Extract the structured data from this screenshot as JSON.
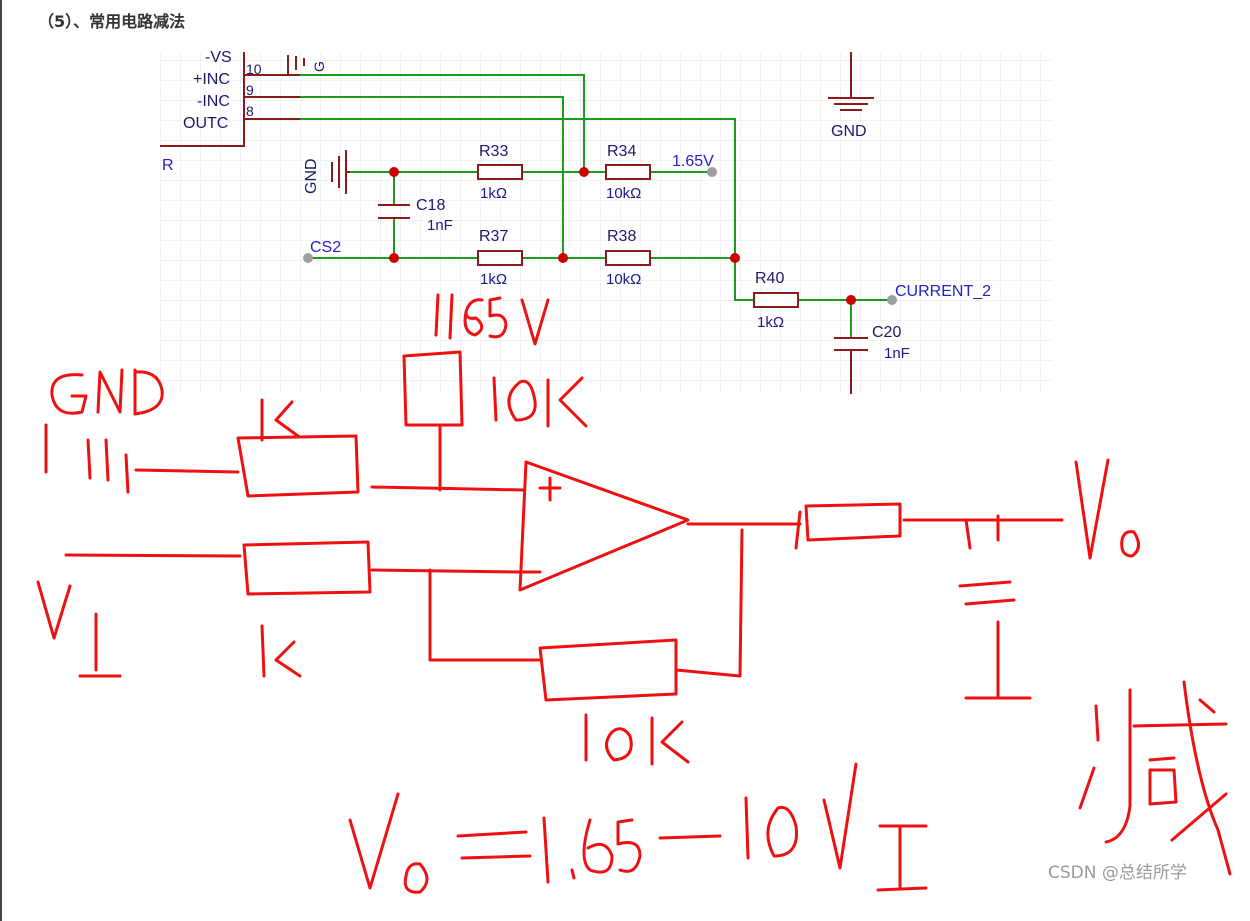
{
  "header": {
    "title": "（5）、常用电路减法"
  },
  "schematic": {
    "pins": {
      "vs": "-VS",
      "inc_plus": "+INC",
      "inc_minus": "-INC",
      "outc": "OUTC",
      "pin10": "10",
      "pin9": "9",
      "pin8": "8",
      "r": "R",
      "g_top": "G"
    },
    "nets": {
      "v165": "1.65V",
      "cs2": "CS2",
      "current2": "CURRENT_2",
      "gnd_left": "GND",
      "gnd_right": "GND"
    },
    "components": [
      {
        "ref": "R33",
        "value": "1kΩ"
      },
      {
        "ref": "R34",
        "value": "10kΩ"
      },
      {
        "ref": "R37",
        "value": "1kΩ"
      },
      {
        "ref": "R38",
        "value": "10kΩ"
      },
      {
        "ref": "R40",
        "value": "1kΩ"
      },
      {
        "ref": "C18",
        "value": "1nF"
      },
      {
        "ref": "C20",
        "value": "1nF"
      }
    ]
  },
  "watermark": "CSDN @总结所学",
  "colors": {
    "wire": "#1e9a1e",
    "part": "#8b1a1a",
    "junction": "#cc0000",
    "ink": "#ee1111",
    "grid": "#e6e6e6"
  }
}
